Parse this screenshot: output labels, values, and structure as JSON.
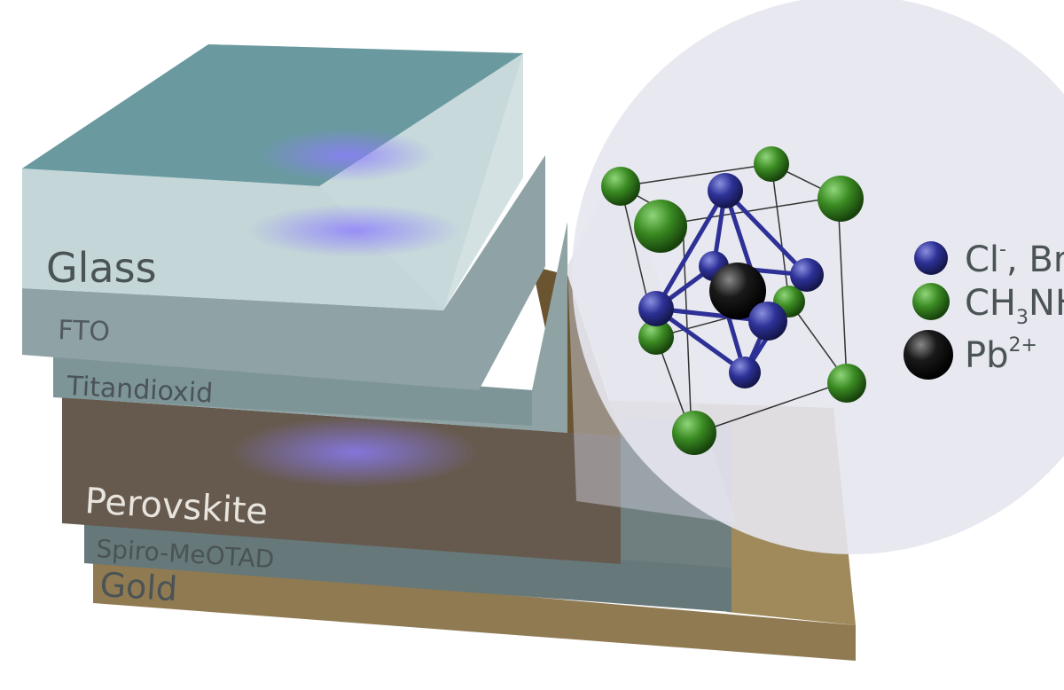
{
  "layers": {
    "glass": "Glass",
    "fto": "FTO",
    "titanium_dioxide": "Titandioxid",
    "perovskite": "Perovskite",
    "spiro": "Spiro-MeOTAD",
    "gold": "Gold"
  },
  "legend": {
    "halide": {
      "base": "Cl",
      "sup": "-",
      "rest": ", Br",
      "color": "#2b2f8f"
    },
    "methylammonium": {
      "base": "CH",
      "sub": "3",
      "rest": "NH",
      "color": "#3a8a22"
    },
    "lead": {
      "base": "Pb",
      "sup": "2+",
      "color": "#111111"
    }
  }
}
